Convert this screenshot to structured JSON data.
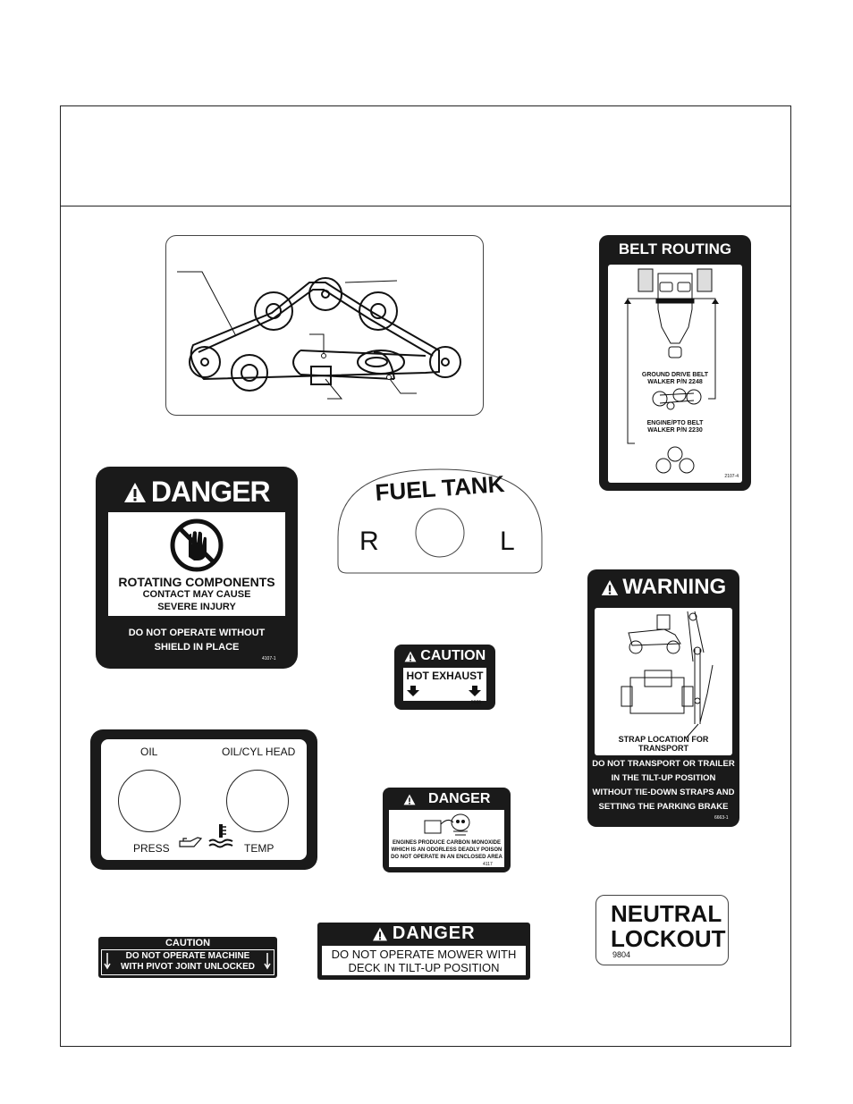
{
  "decals": {
    "belt_routing": {
      "title": "BELT ROUTING",
      "ground_drive_line1": "GROUND DRIVE BELT",
      "ground_drive_line2": "WALKER P/N 2248",
      "engine_pto_line1": "ENGINE/PTO BELT",
      "engine_pto_line2": "WALKER P/N 2230",
      "part_no": "2107-4"
    },
    "danger_rotating": {
      "header": "DANGER",
      "line1": "ROTATING COMPONENTS",
      "line2": "CONTACT MAY CAUSE",
      "line3": "SEVERE INJURY",
      "footer1": "DO NOT OPERATE WITHOUT",
      "footer2": "SHIELD IN PLACE",
      "part_no": "4107-1"
    },
    "fuel_tank": {
      "title": "FUEL TANK",
      "right": "R",
      "left": "L"
    },
    "caution_hot_exhaust": {
      "header": "CAUTION",
      "text": "HOT EXHAUST",
      "part_no": "5605"
    },
    "warning_transport": {
      "header": "WARNING",
      "caption": "STRAP LOCATION FOR TRANSPORT",
      "line1": "DO NOT TRANSPORT OR TRAILER",
      "line2": "IN THE TILT-UP POSITION",
      "line3": "WITHOUT TIE-DOWN STRAPS AND",
      "line4": "SETTING THE PARKING BRAKE",
      "part_no": "6663-1"
    },
    "gauge_panel": {
      "oil": "OIL",
      "oil_cyl_head": "OIL/CYL HEAD",
      "press": "PRESS",
      "temp": "TEMP"
    },
    "danger_co": {
      "header": "DANGER",
      "line1": "ENGINES PRODUCE CARBON MONOXIDE",
      "line2": "WHICH IS AN ODORLESS DEADLY POISON",
      "line3": "DO NOT OPERATE IN AN ENCLOSED AREA",
      "part_no": "4117"
    },
    "caution_pivot": {
      "header": "CAUTION",
      "line1": "DO NOT OPERATE MACHINE",
      "line2": "WITH PIVOT JOINT UNLOCKED"
    },
    "danger_tilt": {
      "header": "DANGER",
      "line1": "DO NOT OPERATE MOWER WITH",
      "line2": "DECK IN TILT-UP POSITION"
    },
    "neutral_lockout": {
      "line1": "NEUTRAL",
      "line2": "LOCKOUT",
      "part_no": "9804"
    }
  },
  "colors": {
    "decal_black": "#1a1a1a",
    "paper": "#ffffff",
    "line": "#222222"
  },
  "icons": [
    "warning-triangle-icon",
    "no-hand-icon",
    "oil-can-icon",
    "thermometer-icon",
    "skull-icon",
    "down-arrow-icon"
  ]
}
